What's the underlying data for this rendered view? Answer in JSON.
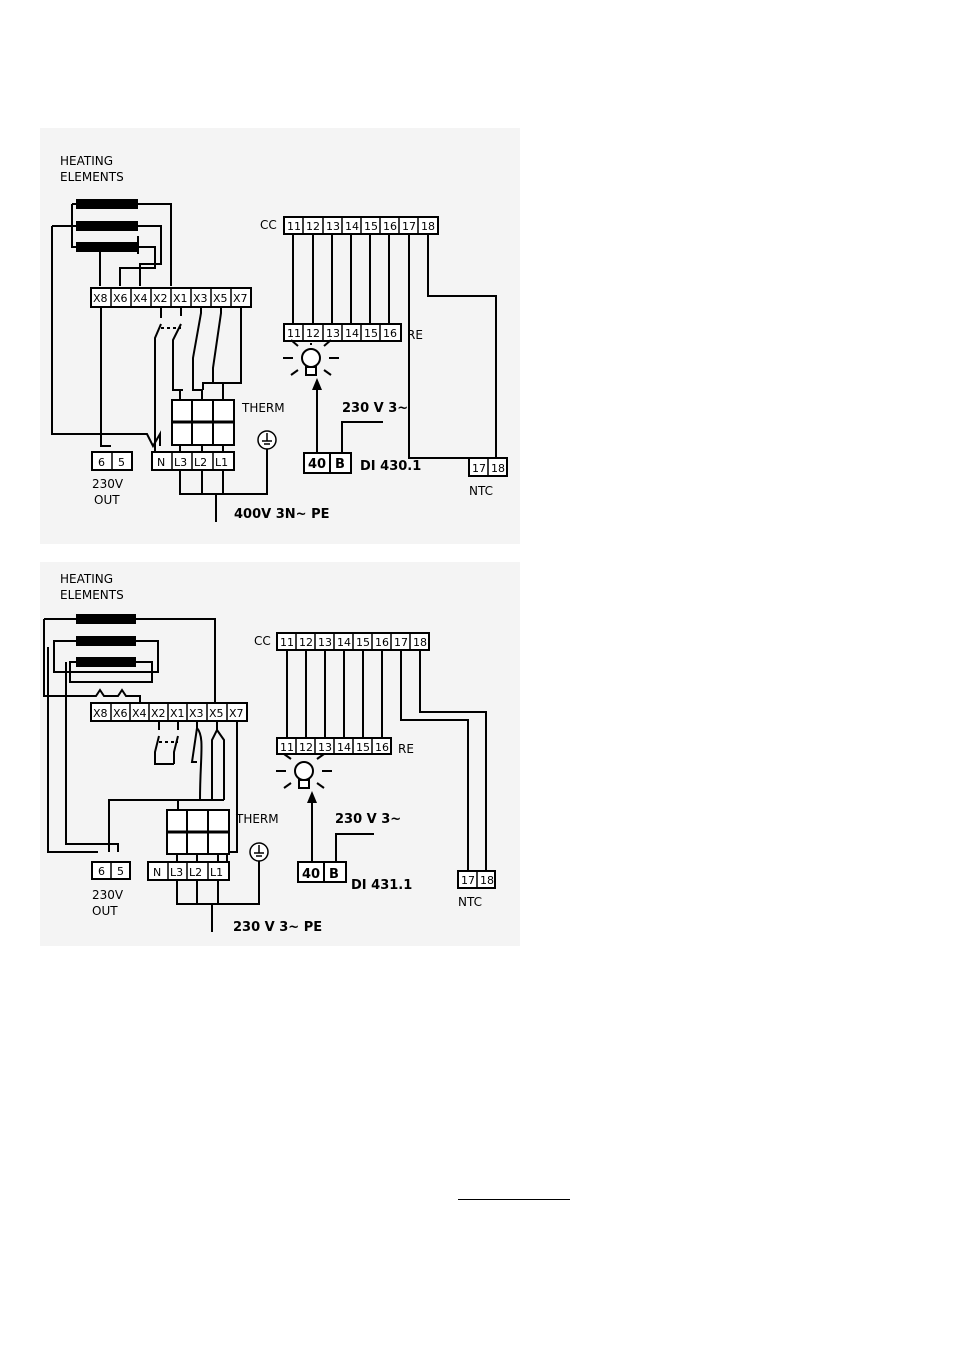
{
  "diagram1": {
    "heating_label_line1": "HEATING",
    "heating_label_line2": "ELEMENTS",
    "cc_label": "CC",
    "cc_terminals": [
      "11",
      "12",
      "13",
      "14",
      "15",
      "16",
      "17",
      "18"
    ],
    "x_terminals": [
      "X8",
      "X6",
      "X4",
      "X2",
      "X1",
      "X3",
      "X5",
      "X7"
    ],
    "re_terminals": [
      "11",
      "12",
      "13",
      "14",
      "15",
      "16"
    ],
    "re_label": "RE",
    "therm_label": "THERM",
    "supply_voltage_label": "230 V 3~",
    "device_terminals": [
      "40",
      "B"
    ],
    "device_label": "DI 430.1",
    "out_terminals": [
      "6",
      "5"
    ],
    "out_label_line1": "230V",
    "out_label_line2": "OUT",
    "line_terminals": [
      "N",
      "L3",
      "L2",
      "L1"
    ],
    "ntc_terminals": [
      "17",
      "18"
    ],
    "ntc_label": "NTC",
    "mains_label": "400V 3N~ PE"
  },
  "diagram2": {
    "heating_label_line1": "HEATING",
    "heating_label_line2": "ELEMENTS",
    "cc_label": "CC",
    "cc_terminals": [
      "11",
      "12",
      "13",
      "14",
      "15",
      "16",
      "17",
      "18"
    ],
    "x_terminals": [
      "X8",
      "X6",
      "X4",
      "X2",
      "X1",
      "X3",
      "X5",
      "X7"
    ],
    "re_terminals": [
      "11",
      "12",
      "13",
      "14",
      "15",
      "16"
    ],
    "re_label": "RE",
    "therm_label": "THERM",
    "supply_voltage_label": "230 V 3~",
    "device_terminals": [
      "40",
      "B"
    ],
    "device_label": "DI 431.1",
    "out_terminals": [
      "6",
      "5"
    ],
    "out_label_line1": "230V",
    "out_label_line2": "OUT",
    "line_terminals": [
      "N",
      "L3",
      "L2",
      "L1"
    ],
    "ntc_terminals": [
      "17",
      "18"
    ],
    "ntc_label": "NTC",
    "mains_label": "230 V 3~ PE"
  }
}
